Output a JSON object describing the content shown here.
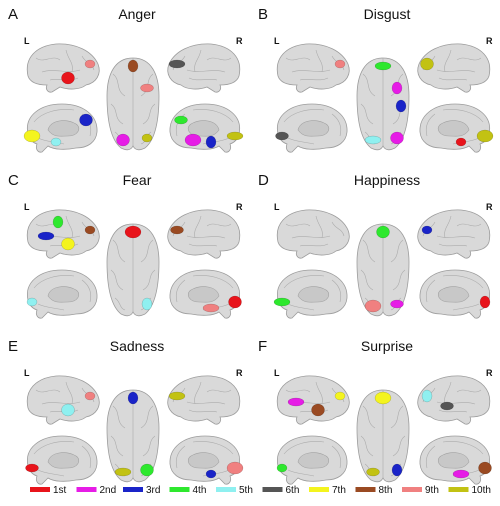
{
  "panels": [
    {
      "letter": "A",
      "title": "Anger",
      "left_label": "L",
      "right_label": "R"
    },
    {
      "letter": "B",
      "title": "Disgust",
      "left_label": "L",
      "right_label": "R"
    },
    {
      "letter": "C",
      "title": "Fear",
      "left_label": "L",
      "right_label": "R"
    },
    {
      "letter": "D",
      "title": "Happiness",
      "left_label": "L",
      "right_label": "R"
    },
    {
      "letter": "E",
      "title": "Sadness",
      "left_label": "L",
      "right_label": "R"
    },
    {
      "letter": "F",
      "title": "Surprise",
      "left_label": "L",
      "right_label": "R"
    }
  ],
  "legend": [
    {
      "label": "1st",
      "color": "#e8141b"
    },
    {
      "label": "2nd",
      "color": "#e61ce6"
    },
    {
      "label": "3rd",
      "color": "#1a24c8"
    },
    {
      "label": "4th",
      "color": "#2ee82e"
    },
    {
      "label": "5th",
      "color": "#8ff0f0"
    },
    {
      "label": "6th",
      "color": "#555555"
    },
    {
      "label": "7th",
      "color": "#f4f41e"
    },
    {
      "label": "8th",
      "color": "#9a4a22"
    },
    {
      "label": "9th",
      "color": "#f08080"
    },
    {
      "label": "10th",
      "color": "#c2c213"
    }
  ],
  "highlights": [
    [
      [
        1,
        9
      ],
      [
        1,
        1
      ],
      [
        2,
        6
      ],
      [
        3,
        8
      ],
      [
        3,
        9
      ],
      [
        4,
        7
      ],
      [
        4,
        5
      ],
      [
        4,
        3
      ],
      [
        5,
        10
      ],
      [
        5,
        3
      ],
      [
        5,
        4
      ],
      [
        5,
        2
      ],
      [
        6,
        10
      ],
      [
        6,
        2
      ]
    ],
    [
      [
        1,
        9
      ],
      [
        2,
        10
      ],
      [
        3,
        4
      ],
      [
        3,
        2
      ],
      [
        4,
        6
      ],
      [
        5,
        10
      ],
      [
        5,
        1
      ],
      [
        6,
        2
      ],
      [
        6,
        5
      ],
      [
        6,
        3
      ]
    ],
    [
      [
        1,
        8
      ],
      [
        1,
        7
      ],
      [
        1,
        3
      ],
      [
        1,
        4
      ],
      [
        2,
        8
      ],
      [
        3,
        1
      ],
      [
        4,
        5
      ],
      [
        5,
        1
      ],
      [
        5,
        9
      ],
      [
        6,
        5
      ]
    ],
    [
      [
        2,
        3
      ],
      [
        3,
        4
      ],
      [
        4,
        4
      ],
      [
        5,
        1
      ],
      [
        6,
        2
      ],
      [
        6,
        9
      ]
    ],
    [
      [
        1,
        9
      ],
      [
        1,
        5
      ],
      [
        2,
        10
      ],
      [
        3,
        3
      ],
      [
        4,
        1
      ],
      [
        5,
        9
      ],
      [
        5,
        3
      ],
      [
        6,
        4
      ],
      [
        6,
        10
      ]
    ],
    [
      [
        1,
        7
      ],
      [
        1,
        8
      ],
      [
        1,
        2
      ],
      [
        2,
        5
      ],
      [
        2,
        6
      ],
      [
        3,
        7
      ],
      [
        4,
        4
      ],
      [
        5,
        8
      ],
      [
        5,
        2
      ],
      [
        6,
        3
      ],
      [
        6,
        10
      ]
    ]
  ]
}
